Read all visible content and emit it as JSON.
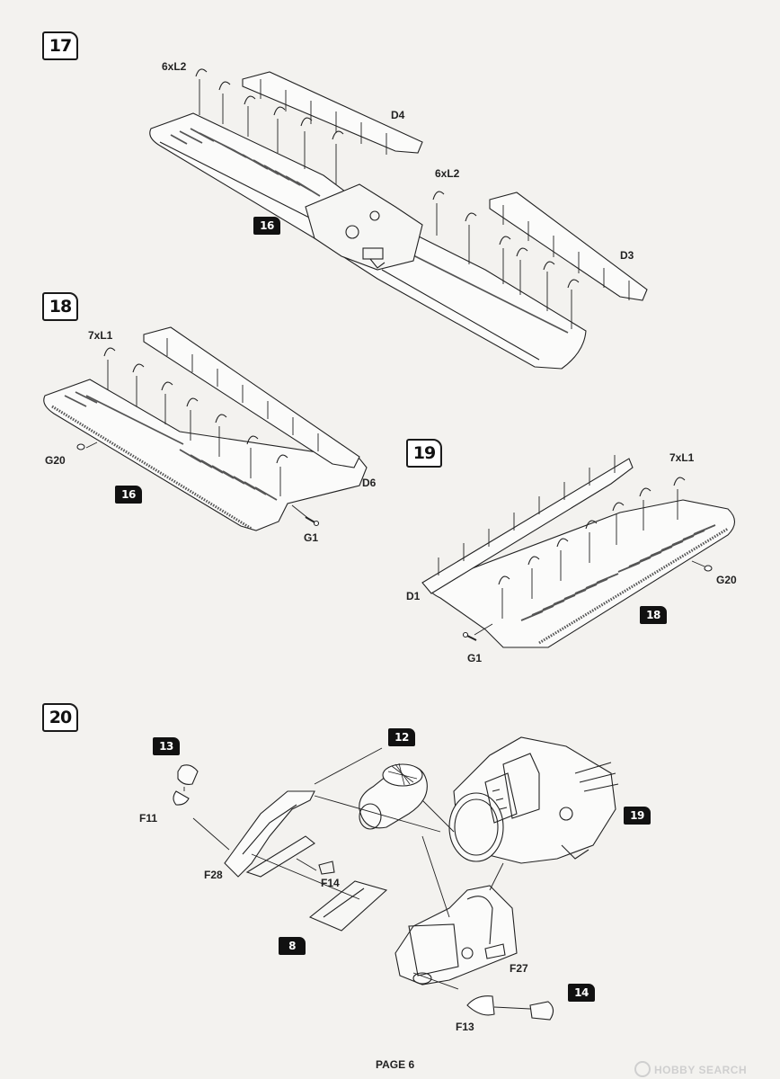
{
  "steps": [
    {
      "number": "17",
      "ref": "16",
      "labels": {
        "a": "6xL2",
        "b": "D4",
        "c": "6xL2",
        "d": "D3"
      }
    },
    {
      "number": "18",
      "ref": "16",
      "labels": {
        "a": "7xL1",
        "b": "G20",
        "c": "D6",
        "d": "G1"
      }
    },
    {
      "number": "19",
      "ref": "18",
      "labels": {
        "a": "7xL1",
        "b": "G20",
        "c": "D1",
        "d": "G1"
      }
    },
    {
      "number": "20",
      "refs": {
        "a": "13",
        "b": "12",
        "c": "19",
        "d": "8",
        "e": "14"
      },
      "labels": {
        "a": "F11",
        "b": "F28",
        "c": "F14",
        "d": "F27",
        "e": "F13"
      }
    }
  ],
  "footer": {
    "page": "PAGE 6",
    "watermark": "HOBBY SEARCH"
  }
}
